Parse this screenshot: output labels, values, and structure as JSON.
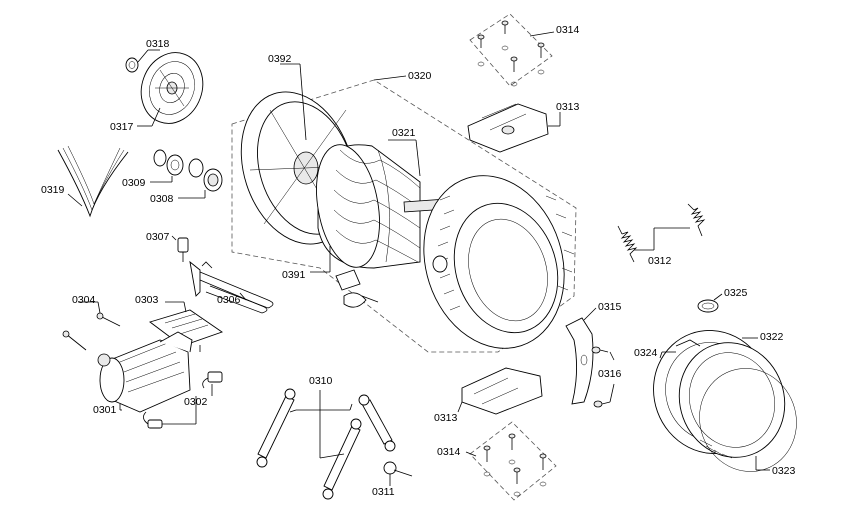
{
  "labels": {
    "p0318": "0318",
    "p0317": "0317",
    "p0319": "0319",
    "p0309": "0309",
    "p0308": "0308",
    "p0307": "0307",
    "p0304": "0304",
    "p0303": "0303",
    "p0306": "0306",
    "p0301": "0301",
    "p0302": "0302",
    "p0310": "0310",
    "p0311": "0311",
    "p0392": "0392",
    "p0320": "0320",
    "p0321": "0321",
    "p0391": "0391",
    "p0314a": "0314",
    "p0313a": "0313",
    "p0312": "0312",
    "p0325": "0325",
    "p0315": "0315",
    "p0316": "0316",
    "p0313b": "0313",
    "p0314b": "0314",
    "p0324": "0324",
    "p0322": "0322",
    "p0323": "0323"
  }
}
